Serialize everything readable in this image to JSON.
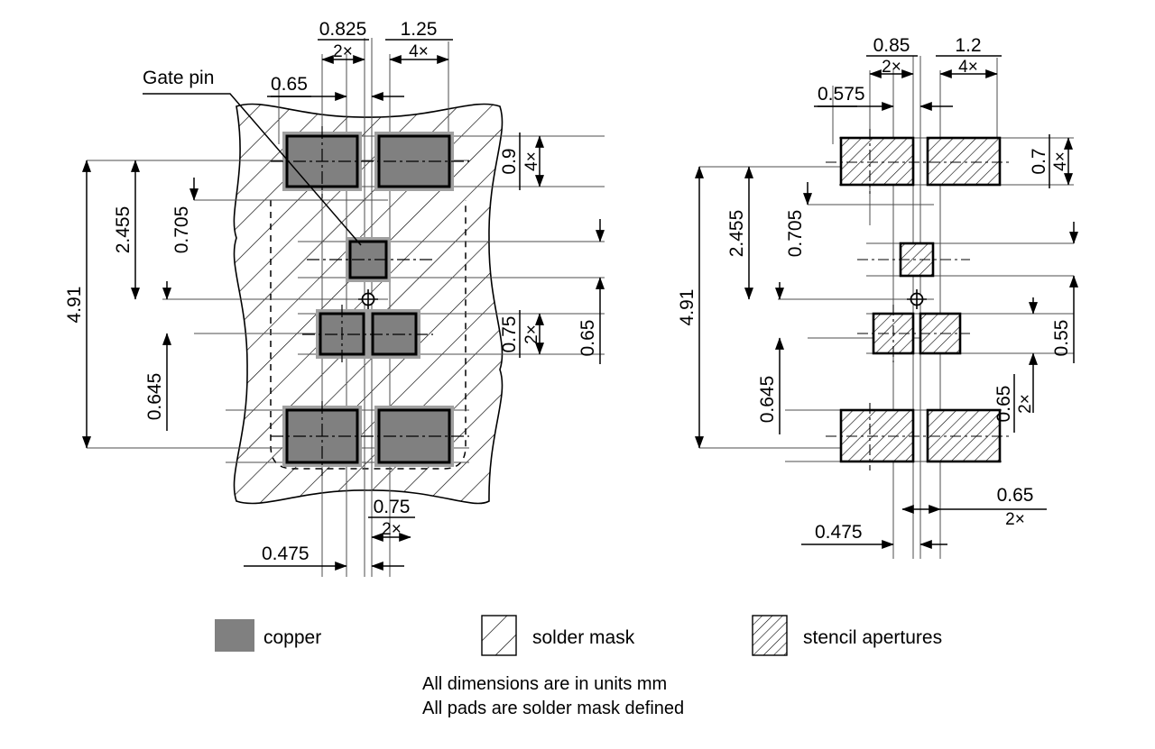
{
  "document": {
    "type": "pcb-land-pattern-drawing",
    "notes": [
      "All dimensions are in units mm",
      "All pads are solder mask defined"
    ]
  },
  "annotations": {
    "gate_pin_label": "Gate pin"
  },
  "legend": {
    "items": [
      {
        "key": "copper",
        "label": "copper",
        "swatch": "solid-gray",
        "color": "#808080"
      },
      {
        "key": "solder_mask",
        "label": "solder mask",
        "swatch": "sparse-hatch",
        "color": "#ffffff"
      },
      {
        "key": "stencil_apertures",
        "label": "stencil apertures",
        "swatch": "dense-hatch",
        "color": "#ffffff"
      }
    ]
  },
  "left_view": {
    "title_key": "copper-and-solder-mask-view",
    "dimensions": {
      "top": [
        {
          "value": "0.825",
          "mult": "2×"
        },
        {
          "value": "1.25",
          "mult": "4×"
        },
        {
          "value": "0.65",
          "mult": ""
        }
      ],
      "left": [
        {
          "value": "4.91",
          "mult": ""
        },
        {
          "value": "2.455",
          "mult": ""
        },
        {
          "value": "0.705",
          "mult": ""
        },
        {
          "value": "0.645",
          "mult": ""
        }
      ],
      "right": [
        {
          "value": "0.9",
          "mult": "4×"
        },
        {
          "value": "0.75",
          "mult": "2×"
        },
        {
          "value": "0.65",
          "mult": ""
        }
      ],
      "bottom": [
        {
          "value": "0.75",
          "mult": "2×"
        },
        {
          "value": "0.475",
          "mult": ""
        }
      ]
    }
  },
  "right_view": {
    "title_key": "stencil-aperture-view",
    "dimensions": {
      "top": [
        {
          "value": "0.85",
          "mult": "2×"
        },
        {
          "value": "1.2",
          "mult": "4×"
        },
        {
          "value": "0.575",
          "mult": ""
        }
      ],
      "left": [
        {
          "value": "4.91",
          "mult": ""
        },
        {
          "value": "2.455",
          "mult": ""
        },
        {
          "value": "0.705",
          "mult": ""
        },
        {
          "value": "0.645",
          "mult": ""
        }
      ],
      "right": [
        {
          "value": "0.7",
          "mult": "4×"
        },
        {
          "value": "0.55",
          "mult": ""
        },
        {
          "value": "0.65",
          "mult": "2×"
        }
      ],
      "bottom": [
        {
          "value": "0.65",
          "mult": "2×"
        },
        {
          "value": "0.475",
          "mult": ""
        }
      ]
    }
  },
  "colors": {
    "copper": "#808080",
    "solder_mask_halo": "#a0a0a0",
    "line": "#000000",
    "thin_line": "#555555",
    "background": "#ffffff"
  }
}
